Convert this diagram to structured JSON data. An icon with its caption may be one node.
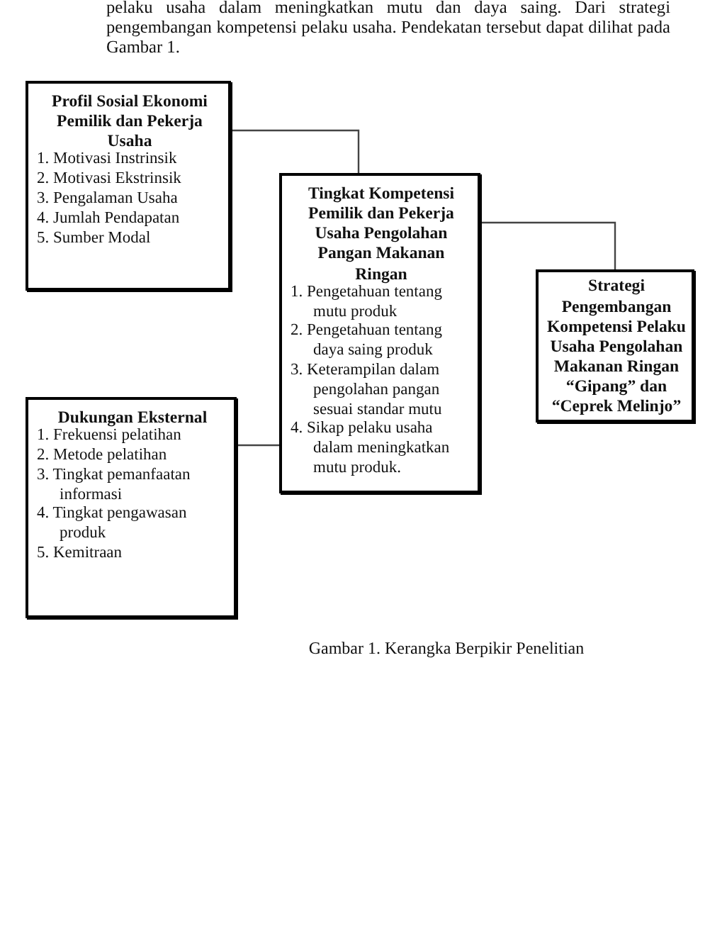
{
  "diagram": {
    "caption": "Gambar 1. Kerangka Berpikir Penelitian",
    "nodes": [
      {
        "text": [
          "Profil Sosial Ekonomi Pemilik dan Pekerja Usaha",
          "1. Motivasi Instrinsik",
          "2. Motivasi Ekstrinsik",
          "3. Pengalaman Usaha",
          "4. Jumlah Pendapatan",
          "5. Sumber Modal"
        ]
      },
      {
        "text": [
          "Tingkat Kompetensi Pemilik dan Pekerja Usaha Pengolahan Pangan Makanan Ringan",
          "1. Pengetahuan tentang mutu produk",
          "2. Pengetahuan tentang daya saing produk",
          "3. Keterampilan dalam pengolahan pangan sesuai standar mutu",
          "4. Sikap pelaku usaha dalam meningkatkan mutu produk."
        ]
      },
      {
        "text": [
          "Strategi Pengembangan Kompetensi Pelaku Usaha Pengolahan Makanan Ringan “Gipang” dan “Ceprek Melinjo”"
        ]
      },
      {
        "text": [
          "Dukungan Eksternal",
          "1. Frekuensi pelatihan",
          "2. Metode pelatihan",
          "3. Tingkat pemanfaatan informasi",
          "4. Tingkat pengawasan produk",
          "5. Kemitraan"
        ]
      }
    ],
    "edges": [
      {
        "from": 0,
        "to": 1,
        "arrow": "none"
      },
      {
        "from": 3,
        "to": 1,
        "arrow": "none"
      },
      {
        "from": 1,
        "to": 2,
        "arrow": "none"
      }
    ],
    "labels": [
      "pelaku usaha dalam meningkatkan mutu dan daya saing. Dari strategi pengembangan kompetensi pelaku usaha. Pendekatan tersebut dapat dilihat pada Gambar 1."
    ]
  }
}
